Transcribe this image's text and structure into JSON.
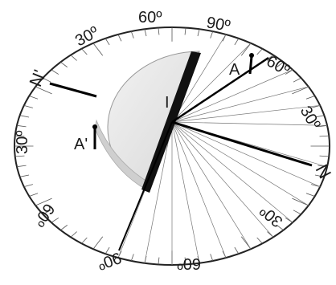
{
  "labels": {
    "left_30": "30º",
    "top_60": "60º",
    "top_90": "90º",
    "right_60": "60º",
    "right_30": "30º",
    "bottom_30": "30º",
    "bottom_60": "60º",
    "bottom_90": "90º",
    "left_60": "60º",
    "left_30_lower": "30º",
    "n_normal": "N",
    "n_prime": "N'",
    "point_a": "A",
    "point_a_prime": "A'",
    "point_i": "I"
  }
}
